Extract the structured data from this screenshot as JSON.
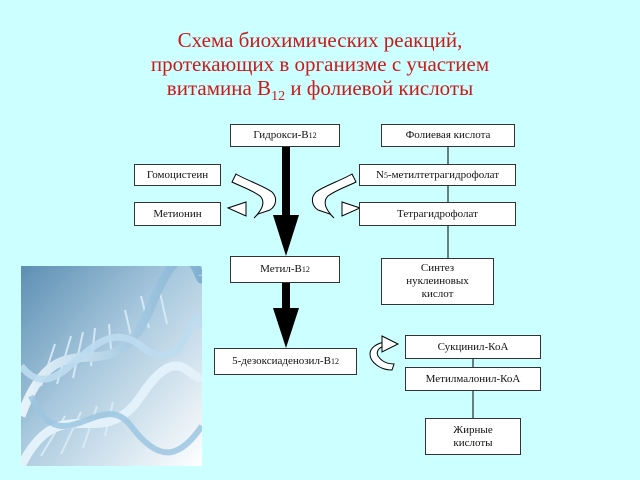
{
  "title": {
    "line1": "Схема биохимических реакций,",
    "line2": "протекающих в организме с участием",
    "line3_prefix": "витамина В",
    "line3_sub": "12",
    "line3_suffix": " и фолиевой кислоты"
  },
  "nodes": {
    "hydroxy_b12": {
      "label": "Гидрокси-В",
      "sub": "12"
    },
    "folic_acid": {
      "label": "Фолиевая кислота"
    },
    "homocysteine": {
      "label": "Гомоцистеин"
    },
    "methionine": {
      "label": "Метионин"
    },
    "n5_methyl_thf": {
      "prefix": "N",
      "sub": "5",
      "label": "-метилтетрагидрофолат"
    },
    "thf": {
      "label": "Тетрагидрофолат"
    },
    "methyl_b12": {
      "label": "Метил-В",
      "sub": "12"
    },
    "nucleic_synthesis": {
      "line1": "Синтез",
      "line2": "нуклеиновых",
      "line3": "кислот"
    },
    "deoxyadenosyl_b12": {
      "label": "5-дезоксиаденозил-В",
      "sub": "12"
    },
    "succinyl_coa": {
      "label": "Сукцинил-КоА"
    },
    "methylmalonyl_coa": {
      "label": "Метилмалонил-КоА"
    },
    "fatty_acids": {
      "line1": "Жирные",
      "line2": "кислоты"
    }
  },
  "colors": {
    "background": "#ccffff",
    "title": "#cc1a1a",
    "arrow": "#000000"
  }
}
